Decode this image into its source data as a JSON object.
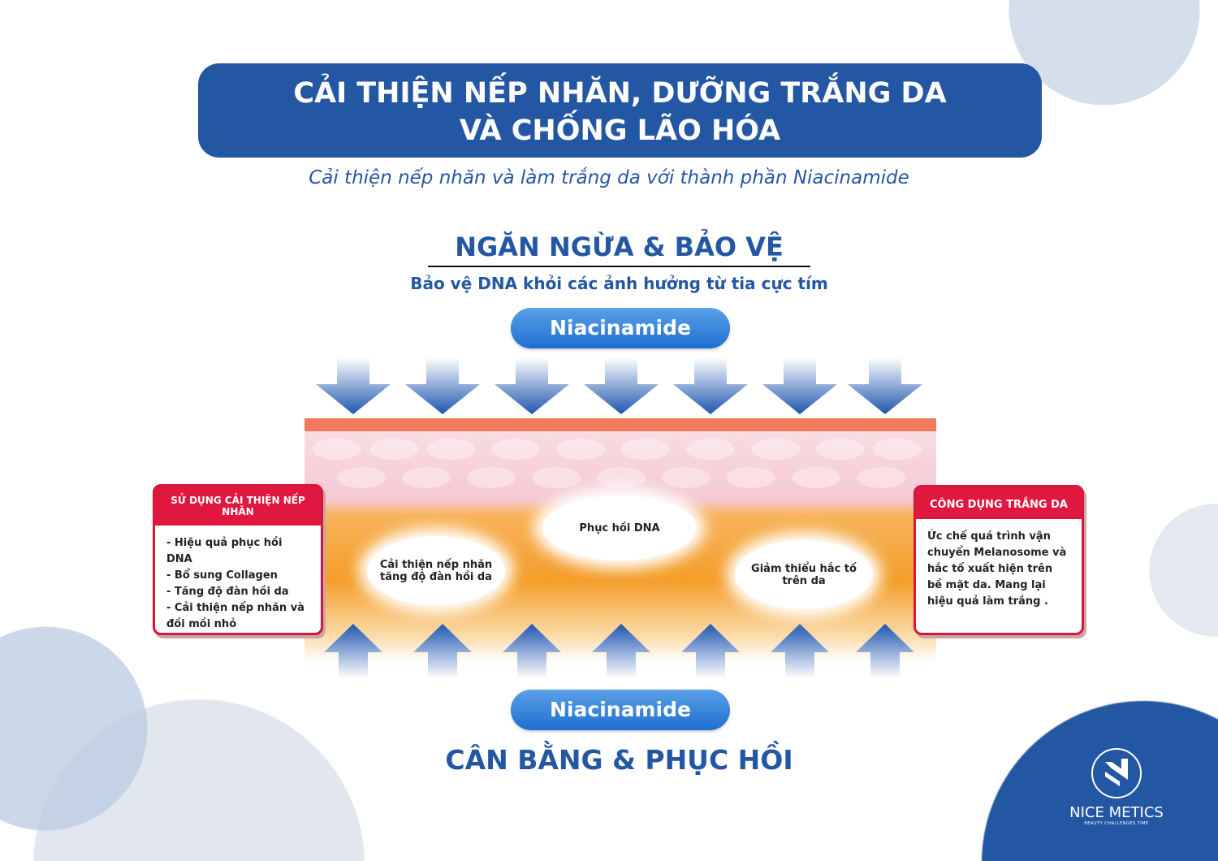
{
  "header": {
    "line1": "CẢI THIỆN NẾP NHĂN, DƯỠNG TRẮNG DA",
    "line2": "VÀ CHỐNG LÃO HÓA"
  },
  "subtitle": "Cải thiện nếp nhăn và làm trắng da với thành phần Niacinamide",
  "top_section": {
    "heading": "NGĂN NGỪA & BẢO VỆ",
    "subheading": "Bảo vệ DNA khỏi các ảnh hưởng từ tia cực tím",
    "pill": "Niacinamide"
  },
  "diagram": {
    "center": "Phục hồi DNA",
    "left": "Cải thiện nếp nhăn tăng độ đàn hồi da",
    "right": "Giảm thiểu hắc tố trên da"
  },
  "left_box": {
    "title": "SỬ DỤNG CẢI THIỆN NẾP NHĂN",
    "items": [
      "- Hiệu quả phục hồi DNA",
      "- Bổ sung Collagen",
      "- Tăng độ đàn hồi da",
      "- Cải thiện nếp nhăn và đồi mồi nhỏ"
    ]
  },
  "right_box": {
    "title": "CÔNG DỤNG TRẮNG DA",
    "text": "Ức chế quá trình vận chuyển Melanosome và hắc tố xuất hiện trên bề mặt da. Mang lại hiệu quả làm trắng ."
  },
  "bottom_section": {
    "pill": "Niacinamide",
    "heading": "CÂN BẰNG & PHỤC HỒI"
  },
  "logo": {
    "name": "NICE METICS",
    "tagline": "BEAUTY CHALLENGES TIME"
  },
  "colors": {
    "brand": "#2457a3",
    "red": "#e0173f"
  }
}
